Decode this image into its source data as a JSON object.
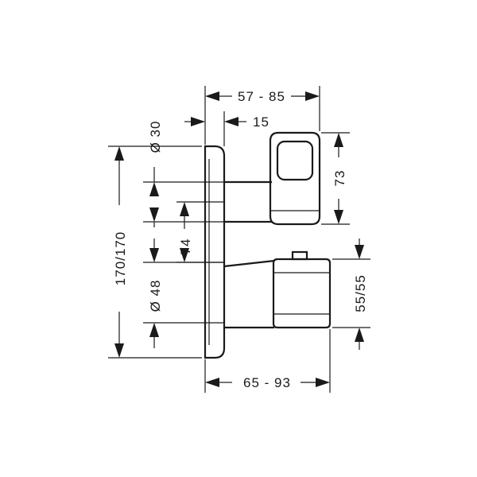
{
  "dimensions": {
    "depth_min_max": "57 - 85",
    "wall_offset": "15",
    "diameter_30": "Ø 30",
    "height_total": "170/170",
    "handle_height": "73",
    "spacing_74": "74",
    "diameter_48": "Ø 48",
    "knob_size": "55/55",
    "depth_lower": "65 - 93"
  },
  "colors": {
    "line": "#1a1a1a",
    "background": "#ffffff"
  }
}
